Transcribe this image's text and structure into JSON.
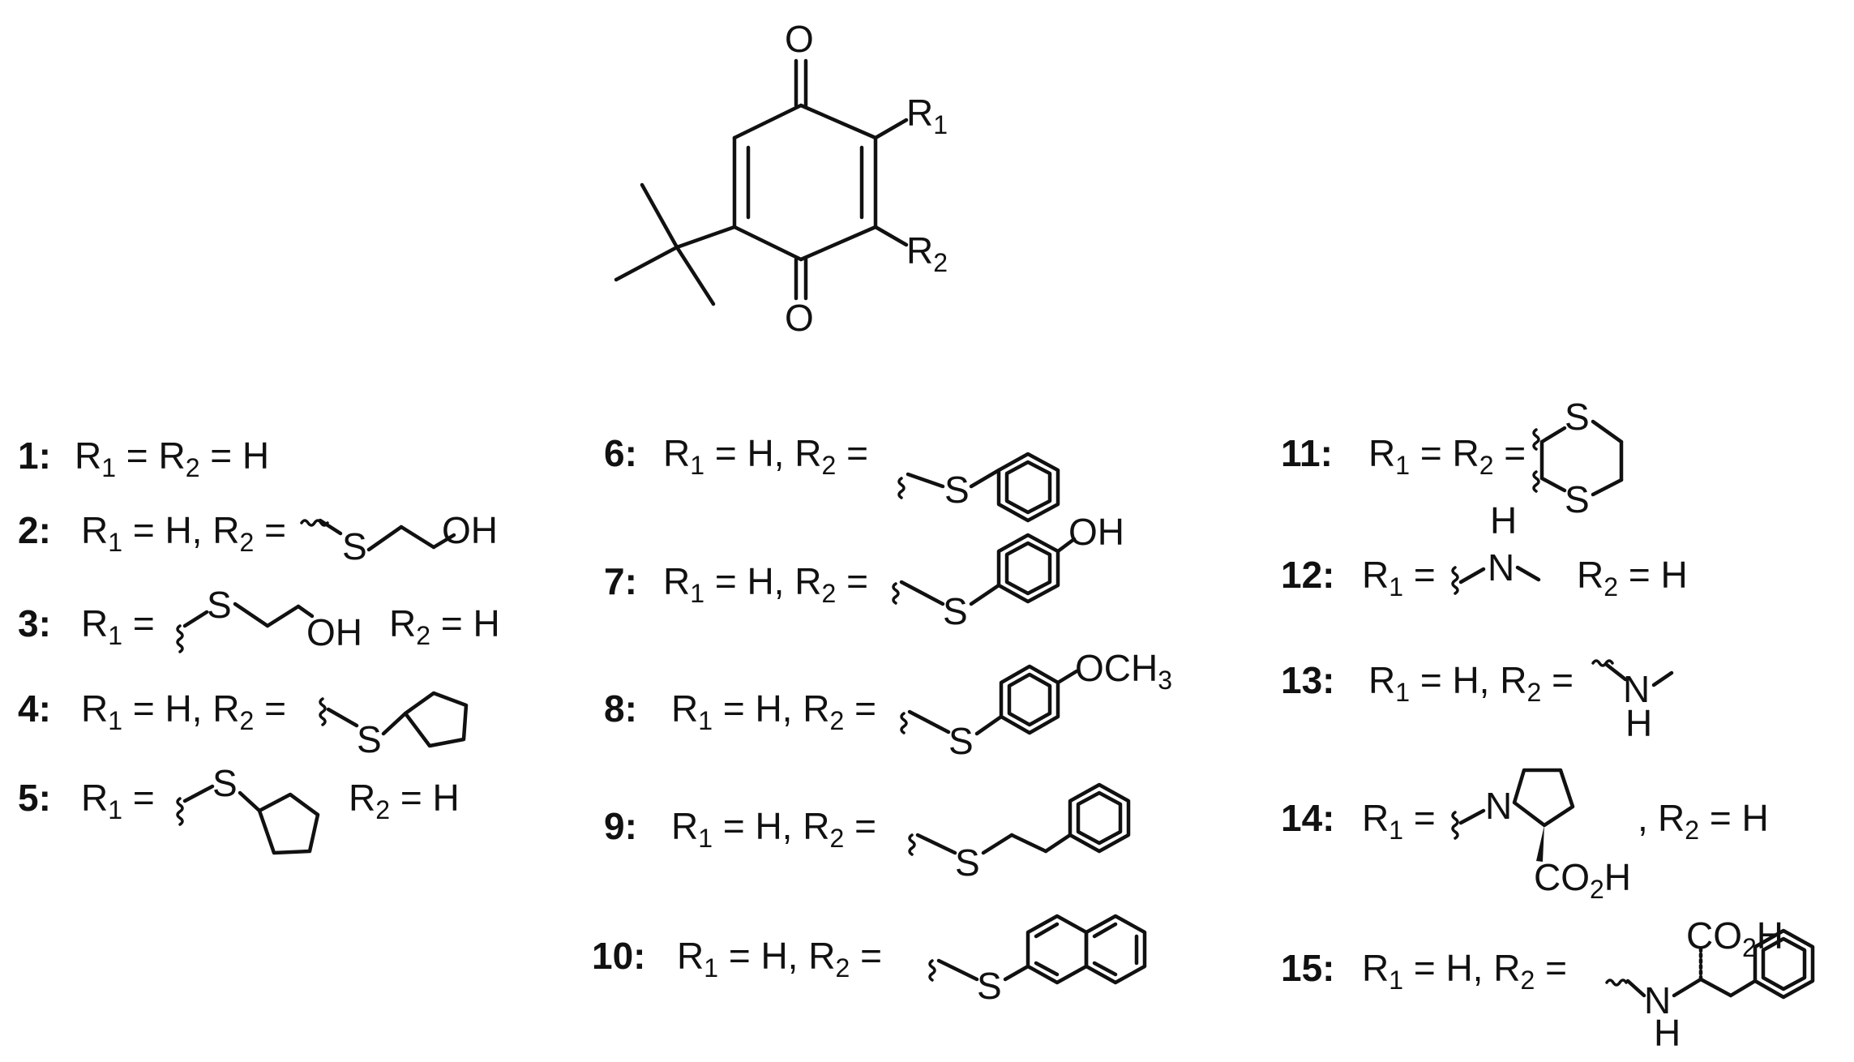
{
  "core": {
    "o_top": "O",
    "o_bottom": "O",
    "r1": "R",
    "r1_sub": "1",
    "r2": "R",
    "r2_sub": "2"
  },
  "entries": [
    {
      "num": "1:",
      "r1": "R",
      "r1_sub": "1",
      "r2": "R",
      "r2_sub": "2",
      "text": "= H"
    },
    {
      "num": "2:",
      "part1": "R",
      "part1_sub": "1",
      "part1_tail": "= H,",
      "part2": "R",
      "part2_sub": "2",
      "part2_tail": "=",
      "s": "S",
      "oh": "OH"
    },
    {
      "num": "3:",
      "part1": "R",
      "part1_sub": "1",
      "part1_tail": "=",
      "s": "S",
      "oh": "OH",
      "part2": "R",
      "part2_sub": "2",
      "part2_tail": "= H"
    },
    {
      "num": "4:",
      "part1": "R",
      "part1_sub": "1",
      "part1_tail": "= H,",
      "part2": "R",
      "part2_sub": "2",
      "part2_tail": "=",
      "s": "S"
    },
    {
      "num": "5:",
      "part1": "R",
      "part1_sub": "1",
      "part1_tail": "=",
      "s": "S",
      "part2": "R",
      "part2_sub": "2",
      "part2_tail": "= H"
    },
    {
      "num": "6:",
      "part1": "R",
      "part1_sub": "1",
      "part1_tail": "= H,",
      "part2": "R",
      "part2_sub": "2",
      "part2_tail": "=",
      "s": "S"
    },
    {
      "num": "7:",
      "part1": "R",
      "part1_sub": "1",
      "part1_tail": "= H,",
      "part2": "R",
      "part2_sub": "2",
      "part2_tail": "=",
      "s": "S",
      "oh": "OH"
    },
    {
      "num": "8:",
      "part1": "R",
      "part1_sub": "1",
      "part1_tail": "= H,",
      "part2": "R",
      "part2_sub": "2",
      "part2_tail": "=",
      "s": "S",
      "och": "OCH",
      "och_sub": "3"
    },
    {
      "num": "9:",
      "part1": "R",
      "part1_sub": "1",
      "part1_tail": "= H,",
      "part2": "R",
      "part2_sub": "2",
      "part2_tail": "=",
      "s": "S"
    },
    {
      "num": "10:",
      "part1": "R",
      "part1_sub": "1",
      "part1_tail": "= H,",
      "part2": "R",
      "part2_sub": "2",
      "part2_tail": "=",
      "s": "S"
    },
    {
      "num": "11:",
      "part1": "R",
      "part1_sub": "1",
      "mid": "= R",
      "mid_sub": "2",
      "part2_tail": "=",
      "s1": "S",
      "s2": "S"
    },
    {
      "num": "12:",
      "part1": "R",
      "part1_sub": "1",
      "part1_tail": "=",
      "h": "H",
      "n": "N",
      "part2": "R",
      "part2_sub": "2",
      "part2_tail": "= H"
    },
    {
      "num": "13:",
      "part1": "R",
      "part1_sub": "1",
      "part1_tail": "= H,",
      "part2": "R",
      "part2_sub": "2",
      "part2_tail": "=",
      "n": "N",
      "h": "H"
    },
    {
      "num": "14:",
      "part1": "R",
      "part1_sub": "1",
      "part1_tail": "=",
      "n": "N",
      "co": "CO",
      "co_sub": "2",
      "co_h": "H",
      "comma": ",",
      "part2": "R",
      "part2_sub": "2",
      "part2_tail": "= H"
    },
    {
      "num": "15:",
      "part1": "R",
      "part1_sub": "1",
      "part1_tail": "= H,",
      "part2": "R",
      "part2_sub": "2",
      "part2_tail": "=",
      "co": "CO",
      "co_sub": "2",
      "co_h": "H",
      "n": "N",
      "h": "H"
    }
  ]
}
